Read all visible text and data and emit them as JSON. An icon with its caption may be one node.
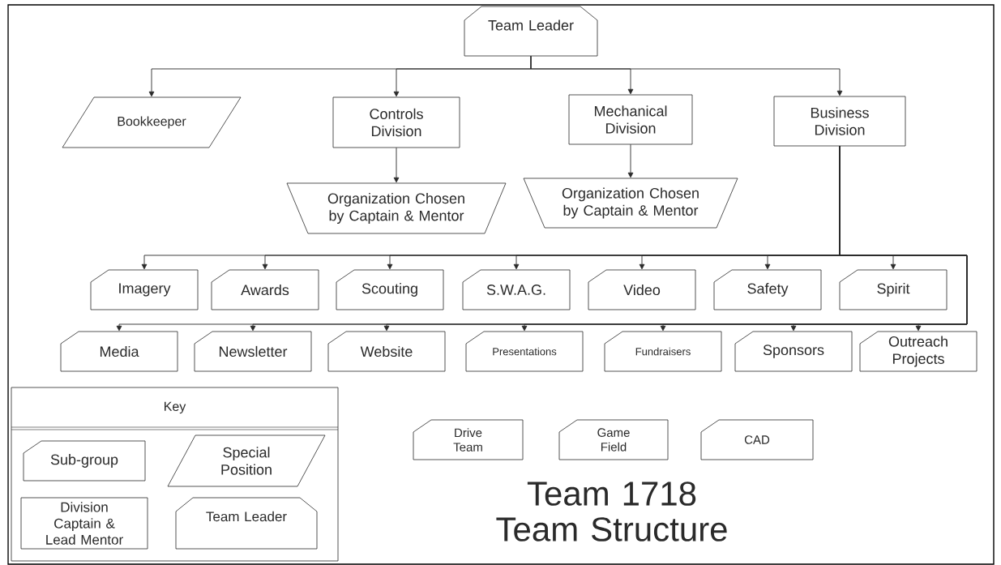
{
  "diagram": {
    "title": "Team 1718 Team Structure",
    "nodes": [
      {
        "text": [
          "Team Leader"
        ]
      },
      {
        "text": [
          "Bookkeeper"
        ]
      },
      {
        "text": [
          "Controls Division"
        ]
      },
      {
        "text": [
          "Mechanical Division"
        ]
      },
      {
        "text": [
          "Business Division"
        ]
      },
      {
        "text": [
          "Organization Chosen by Captain & Mentor"
        ]
      },
      {
        "text": [
          "Organization Chosen by Captain & Mentor"
        ]
      },
      {
        "text": [
          "Imagery"
        ]
      },
      {
        "text": [
          "Awards"
        ]
      },
      {
        "text": [
          "Scouting"
        ]
      },
      {
        "text": [
          "S.W.A.G."
        ]
      },
      {
        "text": [
          "Video"
        ]
      },
      {
        "text": [
          "Safety"
        ]
      },
      {
        "text": [
          "Spirit"
        ]
      },
      {
        "text": [
          "Media"
        ]
      },
      {
        "text": [
          "Newsletter"
        ]
      },
      {
        "text": [
          "Website"
        ]
      },
      {
        "text": [
          "Presentations"
        ]
      },
      {
        "text": [
          "Fundraisers"
        ]
      },
      {
        "text": [
          "Sponsors"
        ]
      },
      {
        "text": [
          "Outreach Projects"
        ]
      },
      {
        "text": [
          "Key"
        ]
      },
      {
        "text": [
          "Sub-group"
        ],
        "in": 21
      },
      {
        "text": [
          "Special Position"
        ],
        "in": 21
      },
      {
        "text": [
          "Division Captain & Lead Mentor"
        ],
        "in": 21
      },
      {
        "text": [
          "Team Leader"
        ],
        "in": 21
      },
      {
        "text": [
          "Drive Team"
        ]
      },
      {
        "text": [
          "Game Field"
        ]
      },
      {
        "text": [
          "CAD"
        ]
      }
    ],
    "edges": [
      {
        "from": 0,
        "to": 1,
        "arrow": "to"
      },
      {
        "from": 0,
        "to": 2,
        "arrow": "to"
      },
      {
        "from": 0,
        "to": 3,
        "arrow": "to"
      },
      {
        "from": 0,
        "to": 4,
        "arrow": "to"
      },
      {
        "from": 2,
        "to": 5,
        "arrow": "to"
      },
      {
        "from": 3,
        "to": 6,
        "arrow": "to"
      },
      {
        "from": 4,
        "to": 7,
        "arrow": "to"
      },
      {
        "from": 4,
        "to": 8,
        "arrow": "to"
      },
      {
        "from": 4,
        "to": 9,
        "arrow": "to"
      },
      {
        "from": 4,
        "to": 10,
        "arrow": "to"
      },
      {
        "from": 4,
        "to": 11,
        "arrow": "to"
      },
      {
        "from": 4,
        "to": 12,
        "arrow": "to"
      },
      {
        "from": 4,
        "to": 13,
        "arrow": "to"
      },
      {
        "from": 4,
        "to": 14,
        "arrow": "to"
      },
      {
        "from": 4,
        "to": 15,
        "arrow": "to"
      },
      {
        "from": 4,
        "to": 16,
        "arrow": "to"
      },
      {
        "from": 4,
        "to": 17,
        "arrow": "to"
      },
      {
        "from": 4,
        "to": 18,
        "arrow": "to"
      },
      {
        "from": 4,
        "to": 19,
        "arrow": "to"
      },
      {
        "from": 4,
        "to": 20,
        "arrow": "to"
      }
    ]
  }
}
